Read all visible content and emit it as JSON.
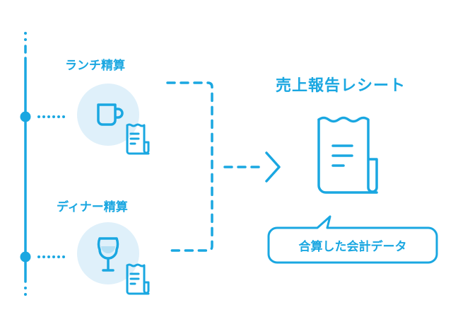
{
  "theme": {
    "accent": "#1aa7e1",
    "circle_fill": "#dff0fa",
    "wine_fill": "#b5dff3"
  },
  "sources": [
    {
      "label": "ランチ精算",
      "icon": "coffee-mug-icon"
    },
    {
      "label": "ディナー精算",
      "icon": "wine-glass-icon"
    }
  ],
  "result": {
    "title": "売上報告レシート",
    "icon": "receipt-icon",
    "bubble_text": "合算した会計データ"
  }
}
